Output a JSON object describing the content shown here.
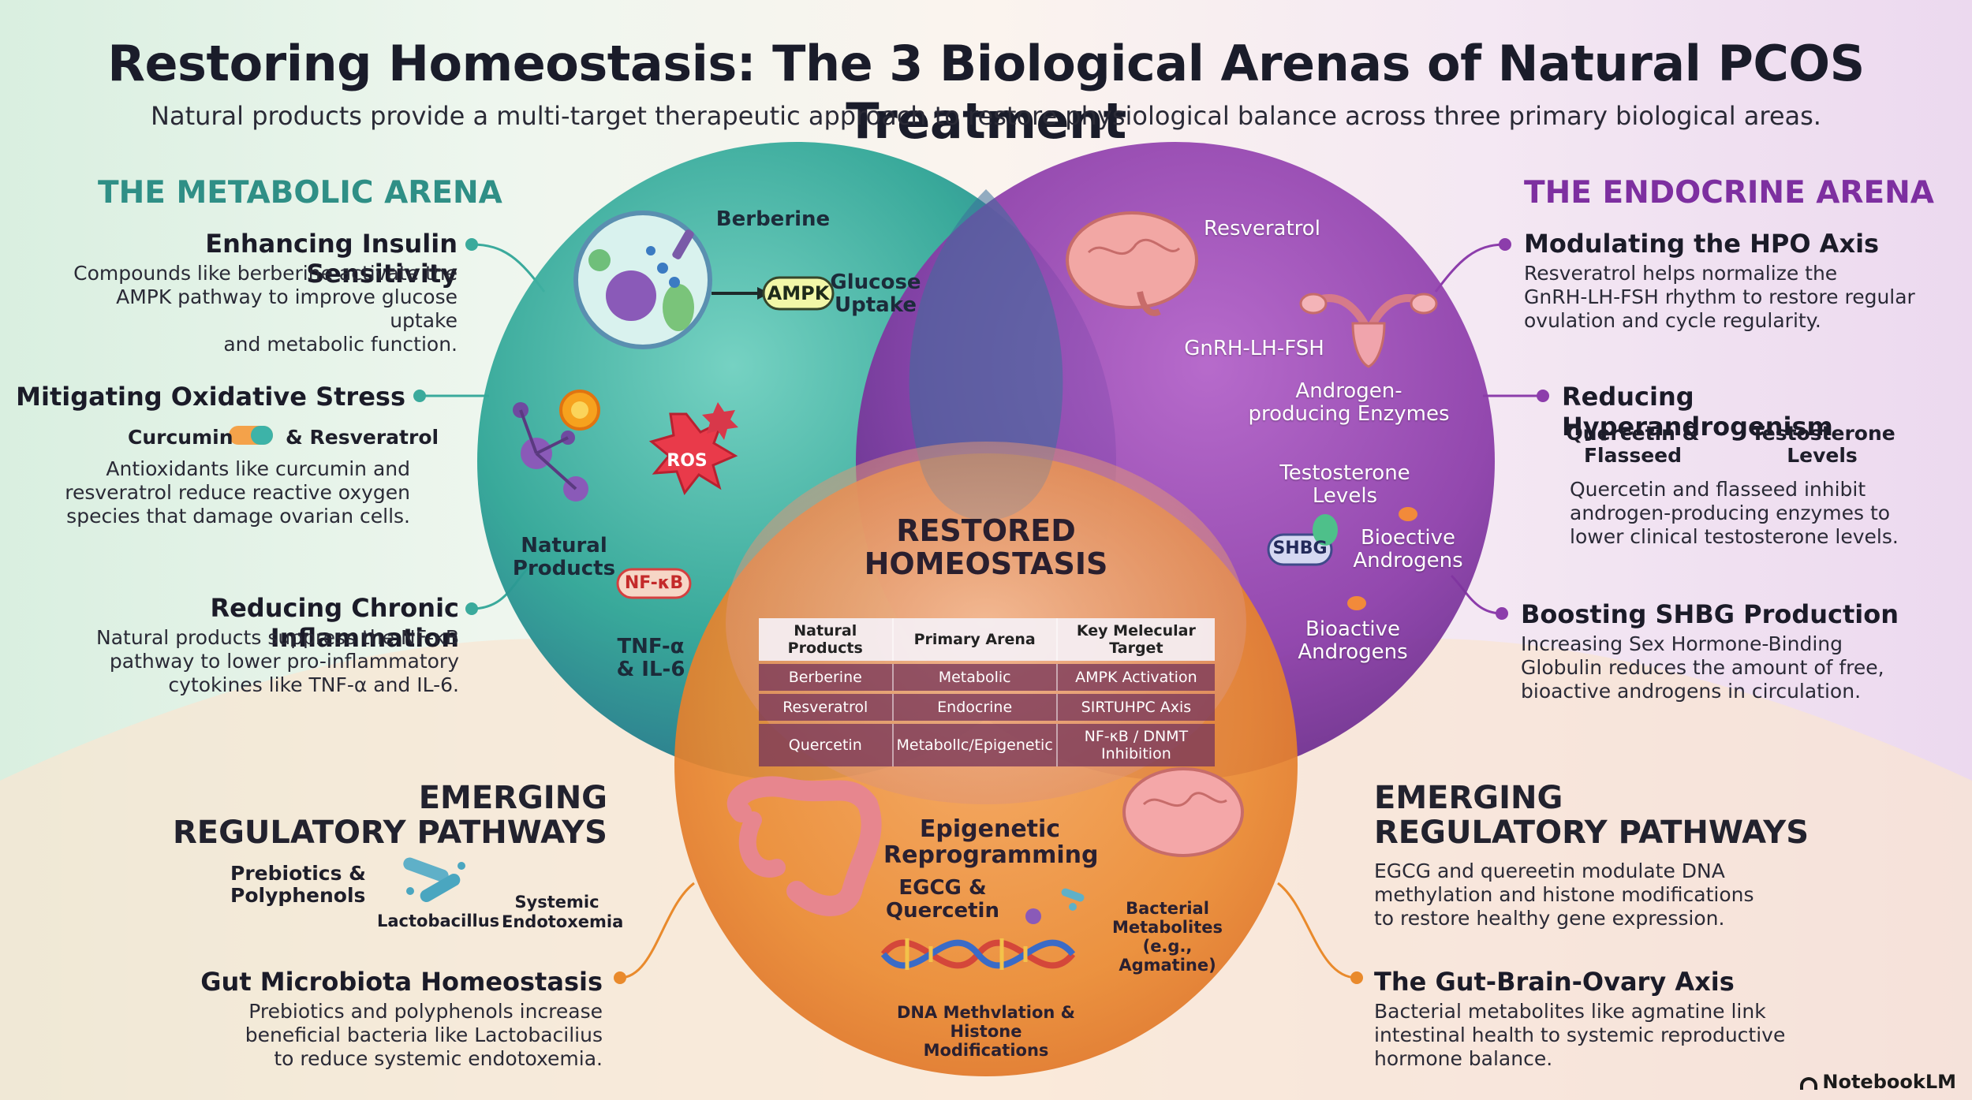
{
  "title": "Restoring Homeostasis: The 3 Biological Arenas of Natural PCOS Treatment",
  "subtitle": "Natural products provide a multi-target therapeutic approach to restore physiological balance across three primary biological areas.",
  "colors": {
    "metabolic": "#2f8f86",
    "endocrine": "#7d2fa0",
    "emerging": "#e98a2c"
  },
  "metabolic": {
    "heading": "THE METABOLIC ARENA",
    "items": [
      {
        "title": "Enhancing Insulin Sensitivity",
        "text": [
          "Compounds like berberine activate the",
          "AMPK pathway to improve glucose uptake",
          "and metabolic function."
        ]
      },
      {
        "title": "Mitigating Oxidative Stress",
        "compounds": [
          "Curcumin",
          "& Resveratrol"
        ],
        "text": [
          "Antioxidants like curcumin and",
          "resveratrol reduce reactive oxygen",
          "species that damage ovarian cells."
        ]
      },
      {
        "title": "Reducing Chronic Inflammation",
        "text": [
          "Natural products suppress the NF-κB",
          "pathway to lower pro-inflammatory",
          "cytokines like TNF-α and IL-6."
        ]
      }
    ]
  },
  "endocrine": {
    "heading": "THE ENDOCRINE ARENA",
    "items": [
      {
        "title": "Modulating the HPO Axis",
        "text": [
          "Resveratrol helps normalize the",
          "GnRH-LH-FSH rhythm to restore regular",
          "ovulation and cycle regularity."
        ]
      },
      {
        "title": "Reducing Hyperandrogenism",
        "compounds": [
          "Quercetin &",
          "Flasseed",
          "Testosterone",
          "Levels"
        ],
        "text": [
          "Quercetin and flasseed inhibit",
          "androgen-producing enzymes to",
          "lower clinical testosterone levels."
        ]
      },
      {
        "title": "Boosting SHBG Production",
        "text": [
          "Increasing Sex Hormone-Binding",
          "Globulin reduces the amount of free,",
          "bioactive androgens in circulation."
        ]
      }
    ]
  },
  "emerging_left": {
    "heading": [
      "EMERGING",
      "REGULATORY PATHWAYS"
    ],
    "labels": [
      "Prebiotics &",
      "Polyphenols",
      "Lactobacillus",
      "Systemic",
      "Endotoxemia"
    ],
    "item": {
      "title": "Gut Microbiota Homeostasis",
      "text": [
        "Prebiotics and polyphenols increase",
        "beneficial bacteria like Lactobacilius",
        "to reduce systemic endotoxemia."
      ]
    }
  },
  "emerging_right": {
    "heading": [
      "EMERGING",
      "REGULATORY PATHWAYS"
    ],
    "text": [
      "EGCG and quereetin modulate DNA",
      "methylation and histone modifications",
      "to restore healthy gene expression."
    ],
    "item": {
      "title": "The Gut-Brain-Ovary Axis",
      "text": [
        "Bacterial metabolites like agmatine link",
        "intestinal health to systemic reproductive",
        "hormone balance."
      ]
    }
  },
  "circle_metabolic": {
    "berberine": "Berberine",
    "ampk": "AMPK",
    "glucose": [
      "Glucose",
      "Uptake"
    ],
    "ros": "ROS",
    "natural": [
      "Natural",
      "Products"
    ],
    "nfkb": "NF-κB",
    "tnf": [
      "TNF-α",
      "& IL-6"
    ]
  },
  "circle_endocrine": {
    "resveratrol": "Resveratrol",
    "gnrh": "GnRH-LH-FSH",
    "enzymes": [
      "Androgen-",
      "producing Enzymes"
    ],
    "testosterone": "Testosterone Levels",
    "shbg": "SHBG",
    "bioactive1": [
      "Bioective",
      "Androgens"
    ],
    "bioactive2": [
      "Bioactive",
      "Androgens"
    ]
  },
  "circle_emerging": {
    "epigenetic": [
      "Epigenetic",
      "Reprogramming"
    ],
    "egcg": [
      "EGCG &",
      "Quercetin"
    ],
    "bacterial": [
      "Bacterial",
      "Metabolites",
      "(e.g., Agmatine)"
    ],
    "dna": [
      "DNA Methvlation &",
      "Histone Modifications"
    ]
  },
  "center": {
    "title": [
      "RESTORED",
      "HOMEOSTASIS"
    ],
    "table": {
      "headers": [
        "Natural Products",
        "Primary Arena",
        "Key Melecular Target"
      ],
      "rows": [
        [
          "Berberine",
          "Metabolic",
          "AMPK Activation"
        ],
        [
          "Resveratrol",
          "Endocrine",
          "SIRTUHPC Axis"
        ],
        [
          "Quercetin",
          "Metabollc/Epigenetic",
          "NF-κB / DNMT Inhibition"
        ]
      ]
    }
  },
  "brand": "NotebookLM"
}
